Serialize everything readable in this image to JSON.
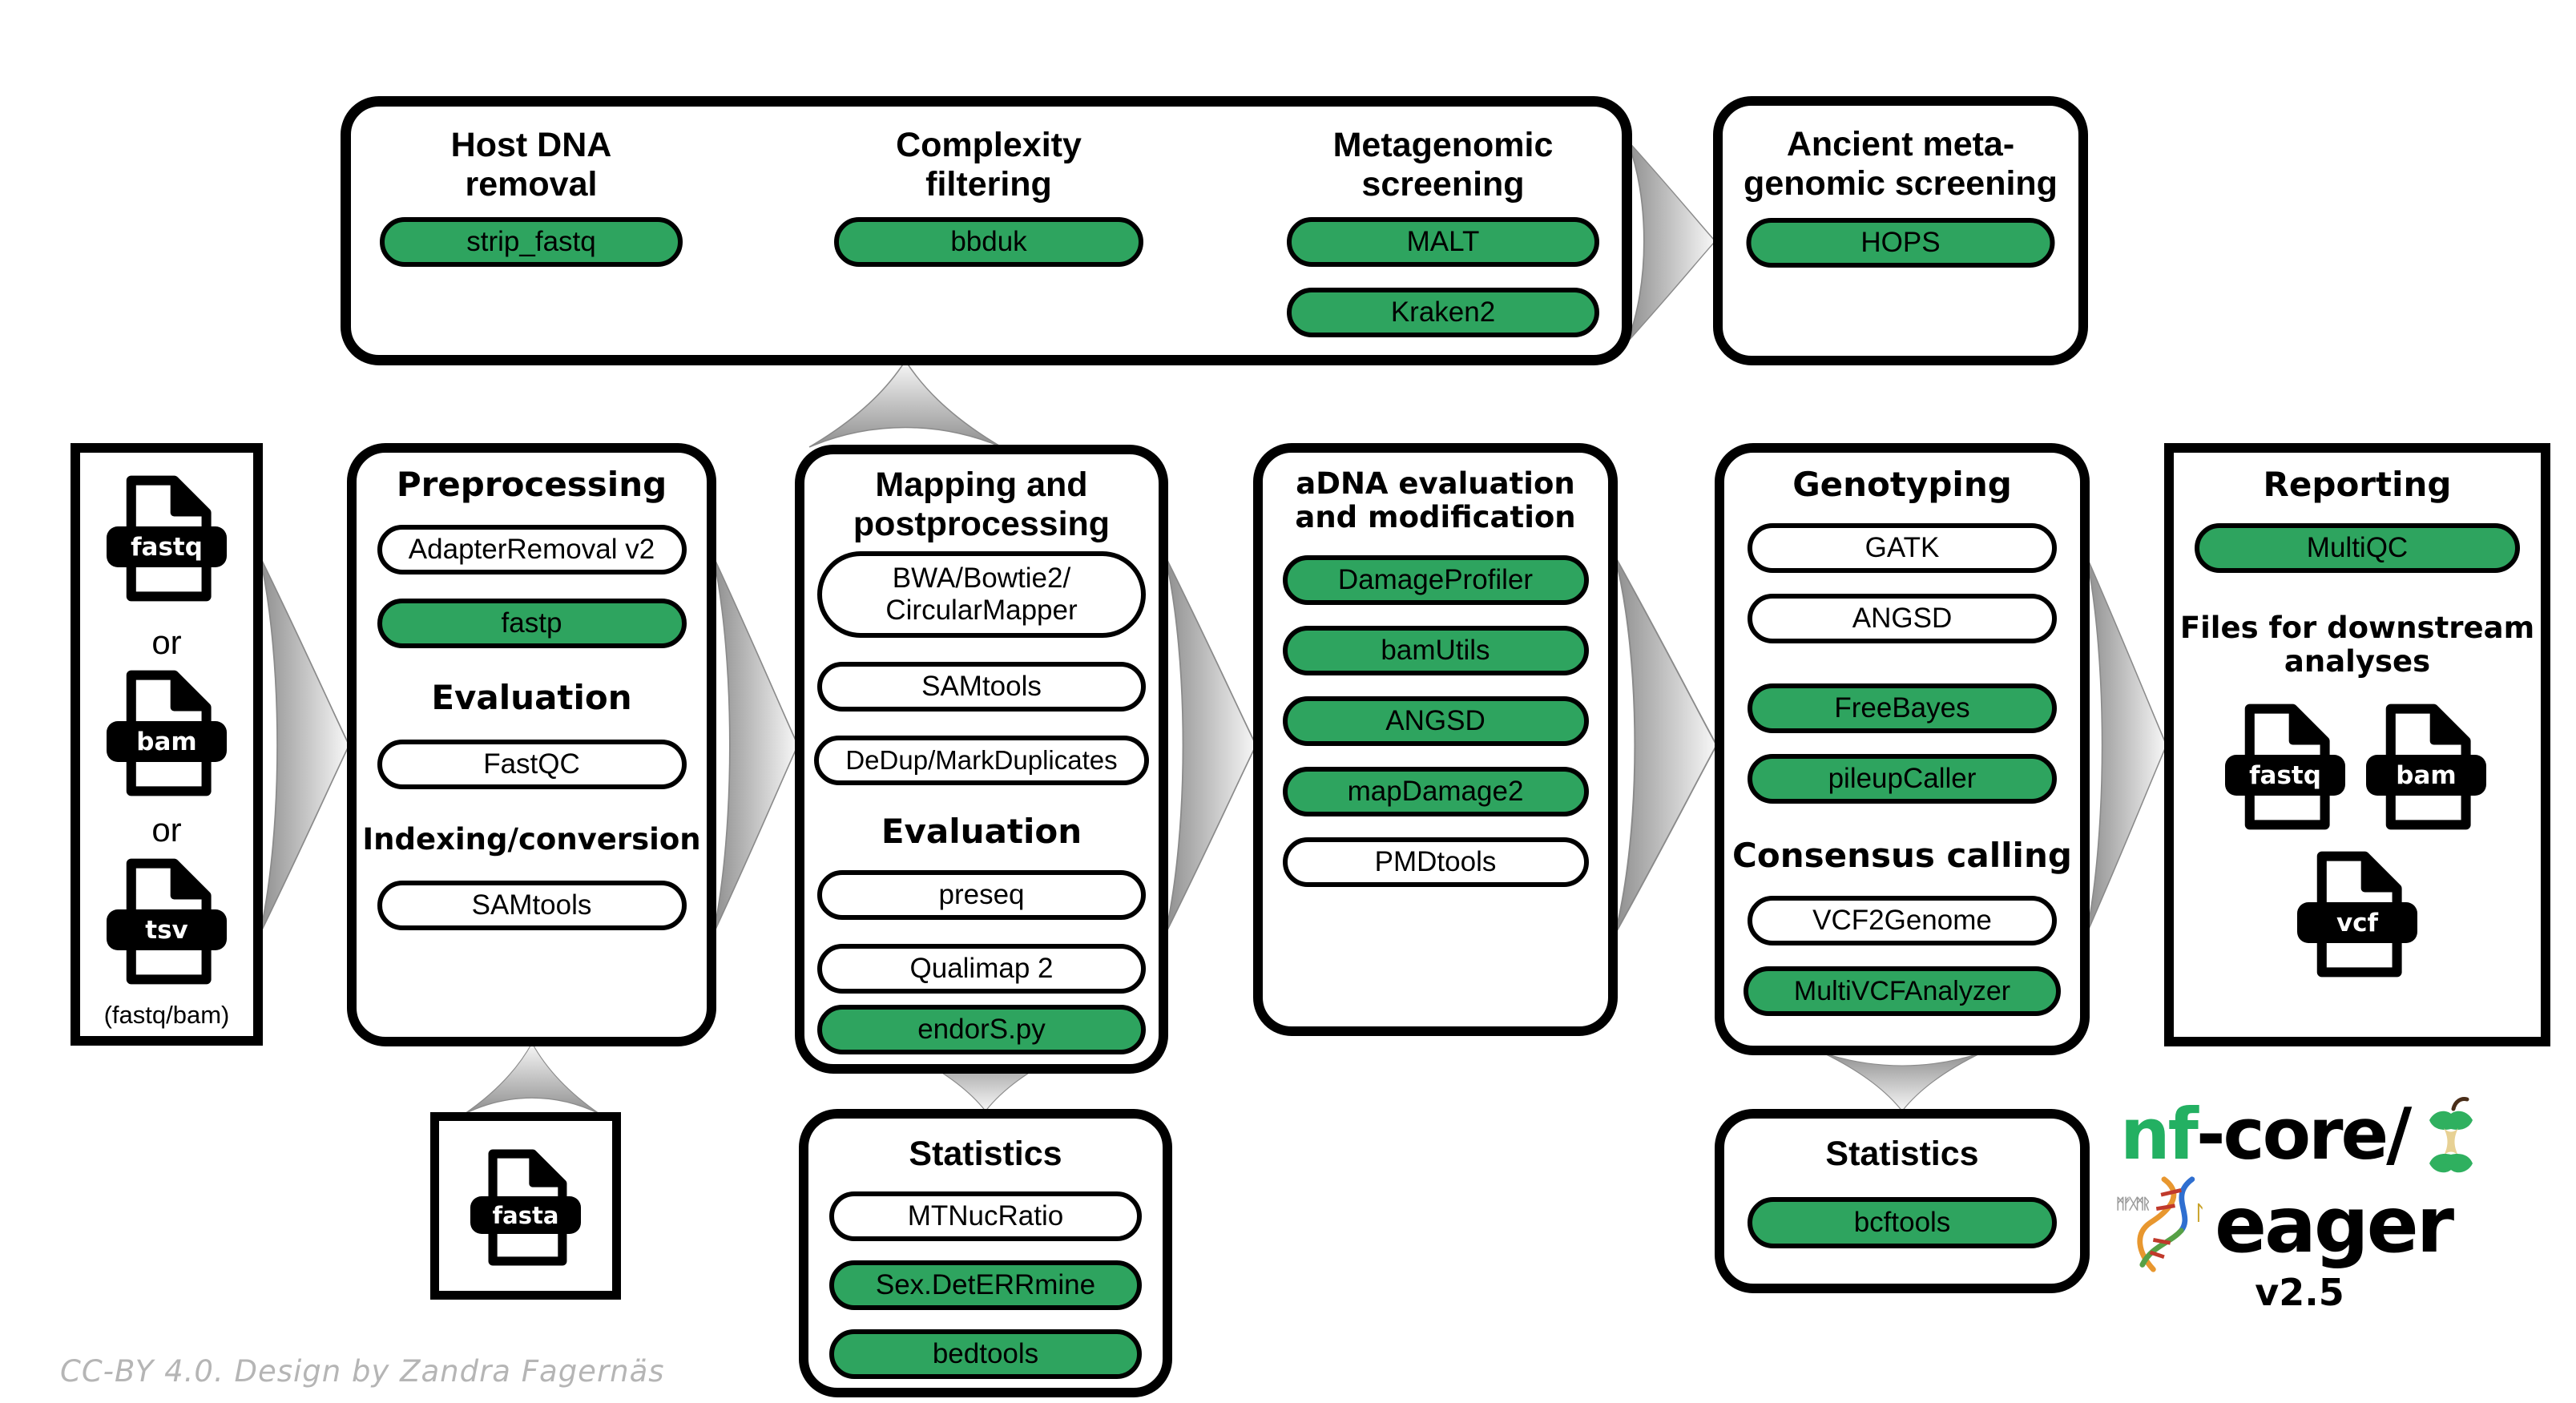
{
  "colors": {
    "pill_green": "#2ea45f",
    "outline_black": "#000000",
    "arrow_gray_dark": "#8e8e8e",
    "arrow_gray_light": "#f8f8f8",
    "logo_green": "#23b062",
    "credit_gray": "#b5b5b5"
  },
  "screening_box": {
    "columns": [
      {
        "title": "Host DNA\nremoval",
        "pills": [
          {
            "label": "strip_fastq",
            "green": true
          }
        ]
      },
      {
        "title": "Complexity\nfiltering",
        "pills": [
          {
            "label": "bbduk",
            "green": true
          }
        ]
      },
      {
        "title": "Metagenomic\nscreening",
        "pills": [
          {
            "label": "MALT",
            "green": true
          },
          {
            "label": "Kraken2",
            "green": true
          }
        ]
      }
    ]
  },
  "ancient_box": {
    "title": "Ancient meta-\ngenomic screening",
    "pills": [
      {
        "label": "HOPS",
        "green": true
      }
    ]
  },
  "input_box": {
    "files": [
      {
        "type": "fastq"
      },
      {
        "type": "bam"
      },
      {
        "type": "tsv"
      }
    ],
    "or_label": "or",
    "note": "(fastq/bam)"
  },
  "preprocessing_box": {
    "title": "Preprocessing",
    "pills": [
      {
        "label": "AdapterRemoval v2",
        "green": false
      },
      {
        "label": "fastp",
        "green": true
      }
    ],
    "evaluation_title": "Evaluation",
    "evaluation_pills": [
      {
        "label": "FastQC",
        "green": false
      }
    ],
    "indexing_title": "Indexing/conversion",
    "indexing_pills": [
      {
        "label": "SAMtools",
        "green": false
      }
    ]
  },
  "mapping_box": {
    "title": "Mapping and\npostprocessing",
    "pills": [
      {
        "label": "BWA/Bowtie2/\nCircularMapper",
        "green": false
      },
      {
        "label": "SAMtools",
        "green": false
      },
      {
        "label": "DeDup/MarkDuplicates",
        "green": false
      }
    ],
    "evaluation_title": "Evaluation",
    "evaluation_pills": [
      {
        "label": "preseq",
        "green": false
      },
      {
        "label": "Qualimap 2",
        "green": false
      },
      {
        "label": "endorS.py",
        "green": true
      }
    ]
  },
  "adna_box": {
    "title": "aDNA evaluation\nand modification",
    "pills": [
      {
        "label": "DamageProfiler",
        "green": true
      },
      {
        "label": "bamUtils",
        "green": true
      },
      {
        "label": "ANGSD",
        "green": true
      },
      {
        "label": "mapDamage2",
        "green": true
      },
      {
        "label": "PMDtools",
        "green": false
      }
    ]
  },
  "genotyping_box": {
    "title": "Genotyping",
    "pills": [
      {
        "label": "GATK",
        "green": false
      },
      {
        "label": "ANGSD",
        "green": false
      },
      {
        "label": "FreeBayes",
        "green": true
      },
      {
        "label": "pileupCaller",
        "green": true
      }
    ],
    "consensus_title": "Consensus calling",
    "consensus_pills": [
      {
        "label": "VCF2Genome",
        "green": false
      },
      {
        "label": "MultiVCFAnalyzer",
        "green": true
      }
    ]
  },
  "reporting_box": {
    "title": "Reporting",
    "pills": [
      {
        "label": "MultiQC",
        "green": true
      }
    ],
    "downstream_title": "Files for downstream\nanalyses",
    "files": [
      {
        "type": "fastq"
      },
      {
        "type": "bam"
      },
      {
        "type": "vcf"
      }
    ]
  },
  "fasta_box": {
    "files": [
      {
        "type": "fasta"
      }
    ]
  },
  "stats_mapping_box": {
    "title": "Statistics",
    "pills": [
      {
        "label": "MTNucRatio",
        "green": false
      },
      {
        "label": "Sex.DetERRmine",
        "green": true
      },
      {
        "label": "bedtools",
        "green": true
      }
    ]
  },
  "stats_genotyping_box": {
    "title": "Statistics",
    "pills": [
      {
        "label": "bcftools",
        "green": true
      }
    ]
  },
  "logo": {
    "prefix": "nf",
    "suffix": "-core/",
    "name": "eager",
    "version": "v2.5",
    "runes_left": "ᛗᚠᚷᛗᚱ",
    "rune_right": "ᛚ"
  },
  "credit": "CC-BY 4.0. Design by Zandra Fagernäs"
}
